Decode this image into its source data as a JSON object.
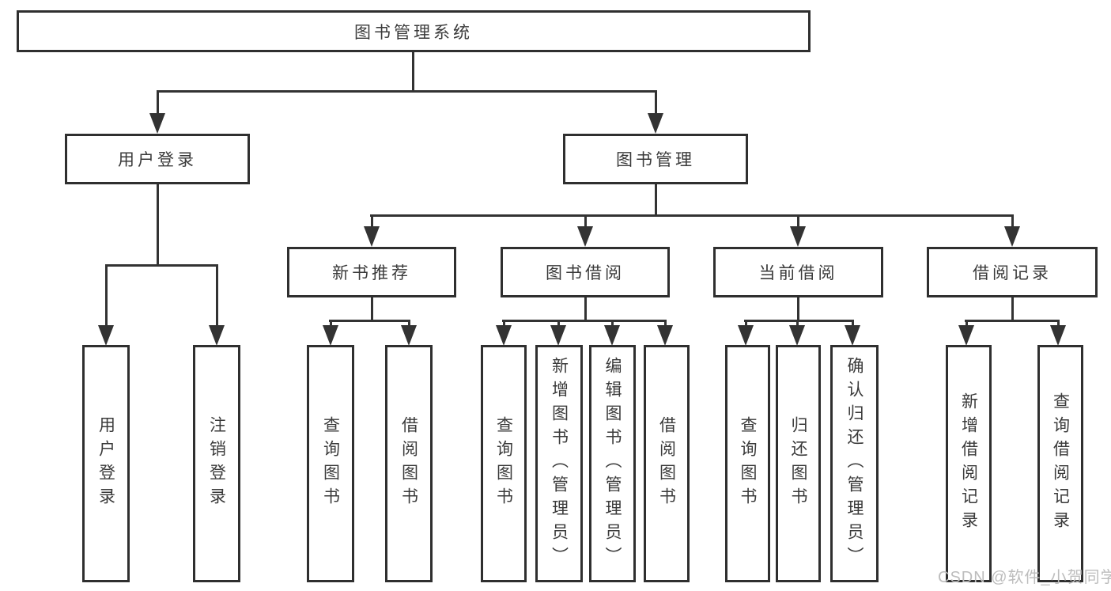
{
  "diagram": {
    "title": "图书管理系统",
    "level2": [
      {
        "label": "用户登录"
      },
      {
        "label": "图书管理"
      }
    ],
    "level3": [
      {
        "label": "新书推荐",
        "parent": "图书管理"
      },
      {
        "label": "图书借阅",
        "parent": "图书管理"
      },
      {
        "label": "当前借阅",
        "parent": "图书管理"
      },
      {
        "label": "借阅记录",
        "parent": "图书管理"
      }
    ],
    "leaves": [
      {
        "label": "用户登录",
        "parent": "用户登录"
      },
      {
        "label": "注销登录",
        "parent": "用户登录"
      },
      {
        "label": "查询图书",
        "parent": "新书推荐"
      },
      {
        "label": "借阅图书",
        "parent": "新书推荐"
      },
      {
        "label": "查询图书",
        "parent": "图书借阅"
      },
      {
        "label": "新增图书（管理员）",
        "parent": "图书借阅"
      },
      {
        "label": "编辑图书（管理员）",
        "parent": "图书借阅"
      },
      {
        "label": "借阅图书",
        "parent": "图书借阅"
      },
      {
        "label": "查询图书",
        "parent": "当前借阅"
      },
      {
        "label": "归还图书",
        "parent": "当前借阅"
      },
      {
        "label": "确认归还（管理员）",
        "parent": "当前借阅"
      },
      {
        "label": "新增借阅记录",
        "parent": "借阅记录"
      },
      {
        "label": "查询借阅记录",
        "parent": "借阅记录"
      }
    ]
  },
  "watermark": "CSDN @软件_小贺同学",
  "colors": {
    "line": "#333333",
    "border": "#2f2f2f",
    "text": "#3a3a3a",
    "watermark": "#bdbdbd",
    "background": "#ffffff"
  }
}
